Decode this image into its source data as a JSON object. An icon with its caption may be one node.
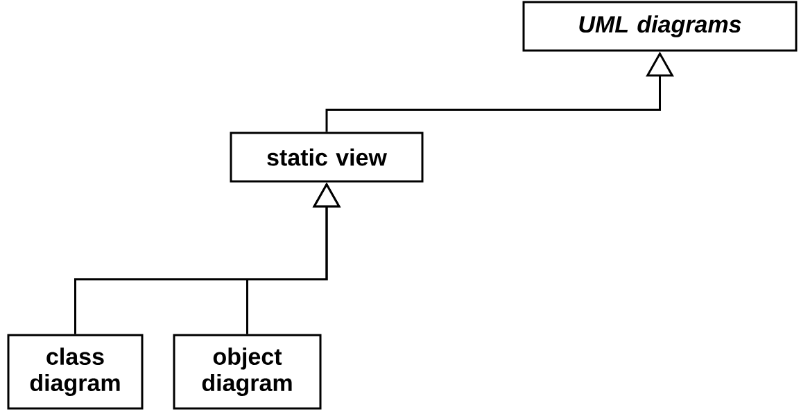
{
  "diagram": {
    "nodes": [
      {
        "text": [
          "UML diagrams"
        ]
      },
      {
        "text": [
          "static view"
        ]
      },
      {
        "text": [
          "class diagram"
        ]
      },
      {
        "text": [
          "object diagram"
        ]
      }
    ],
    "edges": [
      {
        "from": 1,
        "to": 0,
        "arrow": "to"
      },
      {
        "from": 2,
        "to": 1,
        "arrow": "to"
      },
      {
        "from": 3,
        "to": 1,
        "arrow": "to"
      }
    ]
  }
}
